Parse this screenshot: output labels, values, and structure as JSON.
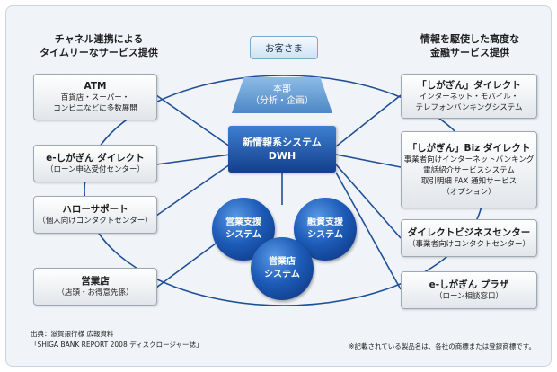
{
  "left_heading": [
    "チャネル連携による",
    "タイムリーなサービス提供"
  ],
  "right_heading": [
    "情報を駆使した高度な",
    "金融サービス提供"
  ],
  "customer": "お客さま",
  "hq": [
    "本部",
    "（分析・企画）"
  ],
  "dwh": [
    "新情報系システム",
    "DWH"
  ],
  "circles": {
    "sales": [
      "営業支援",
      "システム"
    ],
    "loan": [
      "融資支援",
      "システム"
    ],
    "branch": [
      "営業店",
      "システム"
    ]
  },
  "left_boxes": [
    {
      "title": "ATM",
      "lines": [
        "百貨店・スーパー・",
        "コンビニなどに多数展開"
      ]
    },
    {
      "title": "e-しがぎん ダイレクト",
      "lines": [
        "（ローン申込受付センター）"
      ]
    },
    {
      "title": "ハローサポート",
      "lines": [
        "（個人向けコンタクトセンター）"
      ]
    },
    {
      "title": "営業店",
      "lines": [
        "（店頭・お得意先係）"
      ]
    }
  ],
  "right_boxes": [
    {
      "title": "「しがぎん」ダイレクト",
      "lines": [
        "インターネット・モバイル・",
        "テレフォンバンキングシステム"
      ]
    },
    {
      "title": "「しがぎん」Biz ダイレクト",
      "lines": [
        "事業者向けインターネットバンキング",
        "電話紹介サービスシステム",
        "取引明細 FAX 通知サービス",
        "（オプション）"
      ]
    },
    {
      "title": "ダイレクトビジネスセンター",
      "lines": [
        "（事業者向けコンタクトセンター）"
      ]
    },
    {
      "title": "e-しがぎん プラザ",
      "lines": [
        "（ローン相談窓口）"
      ]
    }
  ],
  "source": [
    "出典：滋賀銀行様 広報資料",
    "「SHIGA BANK REPORT 2008 ディスクロージャー誌」"
  ],
  "note": "※記載されている製品名は、各社の商標または登録商標です。",
  "colors": {
    "line": "#1f4f99",
    "dwh": "#1a4fa0",
    "hq": "#6ea4dc"
  }
}
